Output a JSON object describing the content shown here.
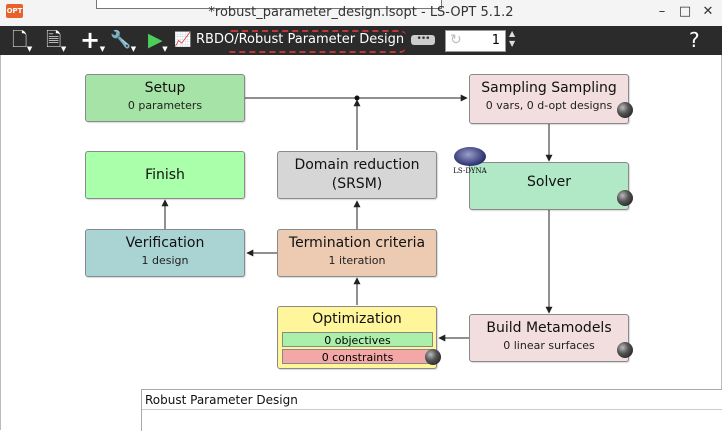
{
  "window": {
    "title": "*robust_parameter_design.lsopt - LS-OPT 5.1.2",
    "app_icon": "OPT",
    "controls": {
      "minimize": "–",
      "maximize": "□",
      "close": "✕"
    }
  },
  "toolbar": {
    "icons": [
      "new-file-icon",
      "file-icon",
      "add-icon",
      "wrench-icon",
      "run-icon",
      "chart-icon"
    ],
    "glyphs": {
      "new": "🗋",
      "file": "🗎",
      "add": "+",
      "wrench": "🔧",
      "run": "▶",
      "chart": "📈"
    },
    "breadcrumb": "RBDO/Robust Parameter Design",
    "more": "•••",
    "iteration_value": "1",
    "iteration_icon": "↻",
    "help": "?"
  },
  "colors": {
    "setup": "#a6e3a6",
    "finish": "#aaffaa",
    "verification": "#aad3d3",
    "domain": "#d6d6d6",
    "termination": "#eccbb2",
    "optimization": "#fff59a",
    "sampling": "#f2dede",
    "solver": "#b1e8c6",
    "metamodels": "#f2dede",
    "objectives": "#aaf0aa",
    "constraints": "#f4a7a7",
    "accent_dash": "#e23a3a"
  },
  "flow": {
    "setup": {
      "title": "Setup",
      "sub": "0 parameters"
    },
    "finish": {
      "title": "Finish"
    },
    "verification": {
      "title": "Verification",
      "sub": "1 design"
    },
    "domain": {
      "title": "Domain reduction",
      "sub": "(SRSM)"
    },
    "termination": {
      "title": "Termination criteria",
      "sub": "1 iteration"
    },
    "optimization": {
      "title": "Optimization",
      "objectives": "0 objectives",
      "constraints": "0 constraints"
    },
    "sampling": {
      "title": "Sampling Sampling",
      "sub": "0 vars, 0 d-opt designs"
    },
    "solver": {
      "title": "Solver",
      "badge": "LS-DYNA"
    },
    "metamodels": {
      "title": "Build Metamodels",
      "sub": "0 linear surfaces"
    }
  },
  "description": {
    "label": "Robust Parameter Design"
  }
}
